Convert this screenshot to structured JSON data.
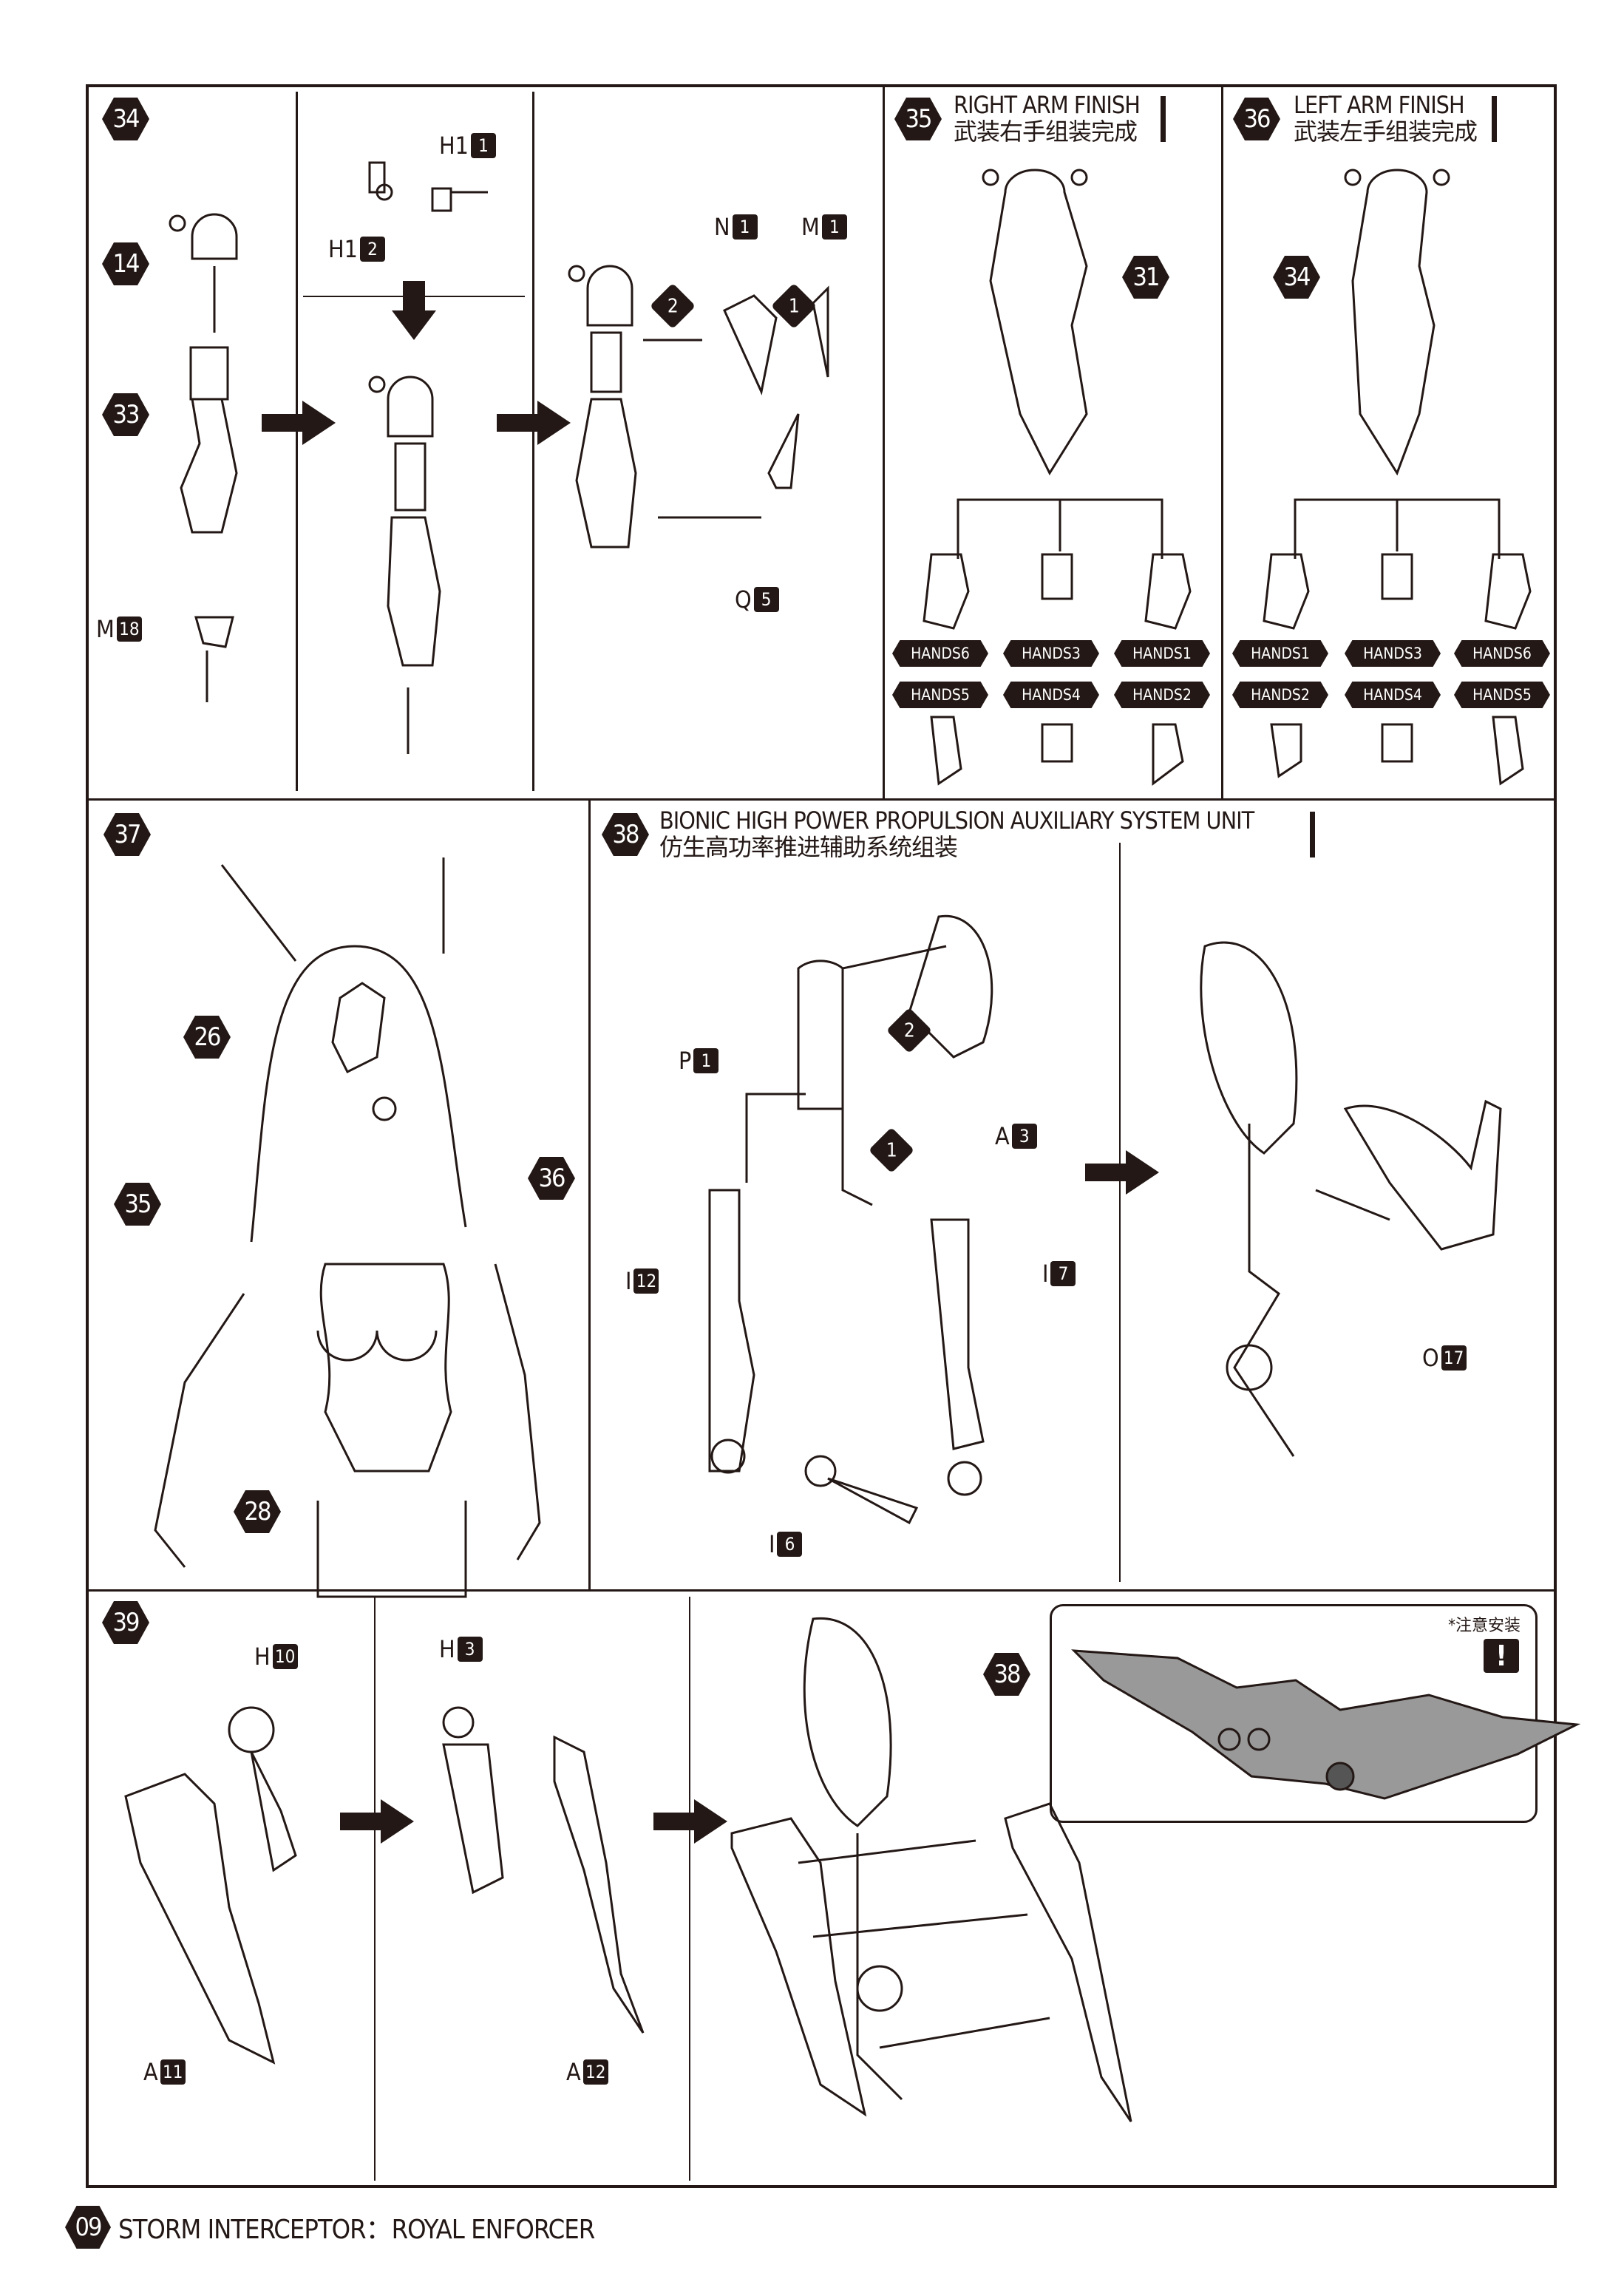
{
  "steps": {
    "s34": {
      "num": "34",
      "parts": [
        {
          "hex": "14"
        },
        {
          "hex": "33"
        }
      ],
      "m18": {
        "letter": "M",
        "num": "18"
      },
      "h1a": {
        "letter": "H1",
        "num": "1"
      },
      "h1b": {
        "letter": "H1",
        "num": "2"
      },
      "n1": {
        "letter": "N",
        "num": "1"
      },
      "m1": {
        "letter": "M",
        "num": "1"
      },
      "q5": {
        "letter": "Q",
        "num": "5"
      },
      "order": [
        "2",
        "1"
      ]
    },
    "s35": {
      "num": "35",
      "title_en": "RIGHT ARM FINISH",
      "title_cn": "武装右手组装完成",
      "ref": "31",
      "hands_top": [
        "HANDS6",
        "HANDS3",
        "HANDS1"
      ],
      "hands_bottom": [
        "HANDS5",
        "HANDS4",
        "HANDS2"
      ]
    },
    "s36": {
      "num": "36",
      "title_en": "LEFT ARM FINISH",
      "title_cn": "武装左手组装完成",
      "ref": "34",
      "hands_top": [
        "HANDS1",
        "HANDS3",
        "HANDS6"
      ],
      "hands_bottom": [
        "HANDS2",
        "HANDS4",
        "HANDS5"
      ]
    },
    "s37": {
      "num": "37",
      "refs": [
        "26",
        "35",
        "36",
        "28"
      ]
    },
    "s38": {
      "num": "38",
      "title_en": "BIONIC HIGH POWER PROPULSION AUXILIARY SYSTEM UNIT",
      "title_cn": "仿生高功率推进辅助系统组装",
      "p1": {
        "letter": "P",
        "num": "1"
      },
      "a3": {
        "letter": "A",
        "num": "3"
      },
      "i12": {
        "letter": "I",
        "num": "12"
      },
      "i7": {
        "letter": "I",
        "num": "7"
      },
      "i6": {
        "letter": "I",
        "num": "6"
      },
      "o17": {
        "letter": "O",
        "num": "17"
      },
      "order": [
        "2",
        "1"
      ]
    },
    "s39": {
      "num": "39",
      "h10": {
        "letter": "H",
        "num": "10"
      },
      "a11": {
        "letter": "A",
        "num": "11"
      },
      "h3": {
        "letter": "H",
        "num": "3"
      },
      "a12": {
        "letter": "A",
        "num": "12"
      },
      "ref": "38",
      "note": "*注意安装",
      "note_icon": "exclamation-icon"
    }
  },
  "footer": {
    "page": "09",
    "title": "STORM INTERCEPTOR：ROYAL ENFORCER"
  }
}
